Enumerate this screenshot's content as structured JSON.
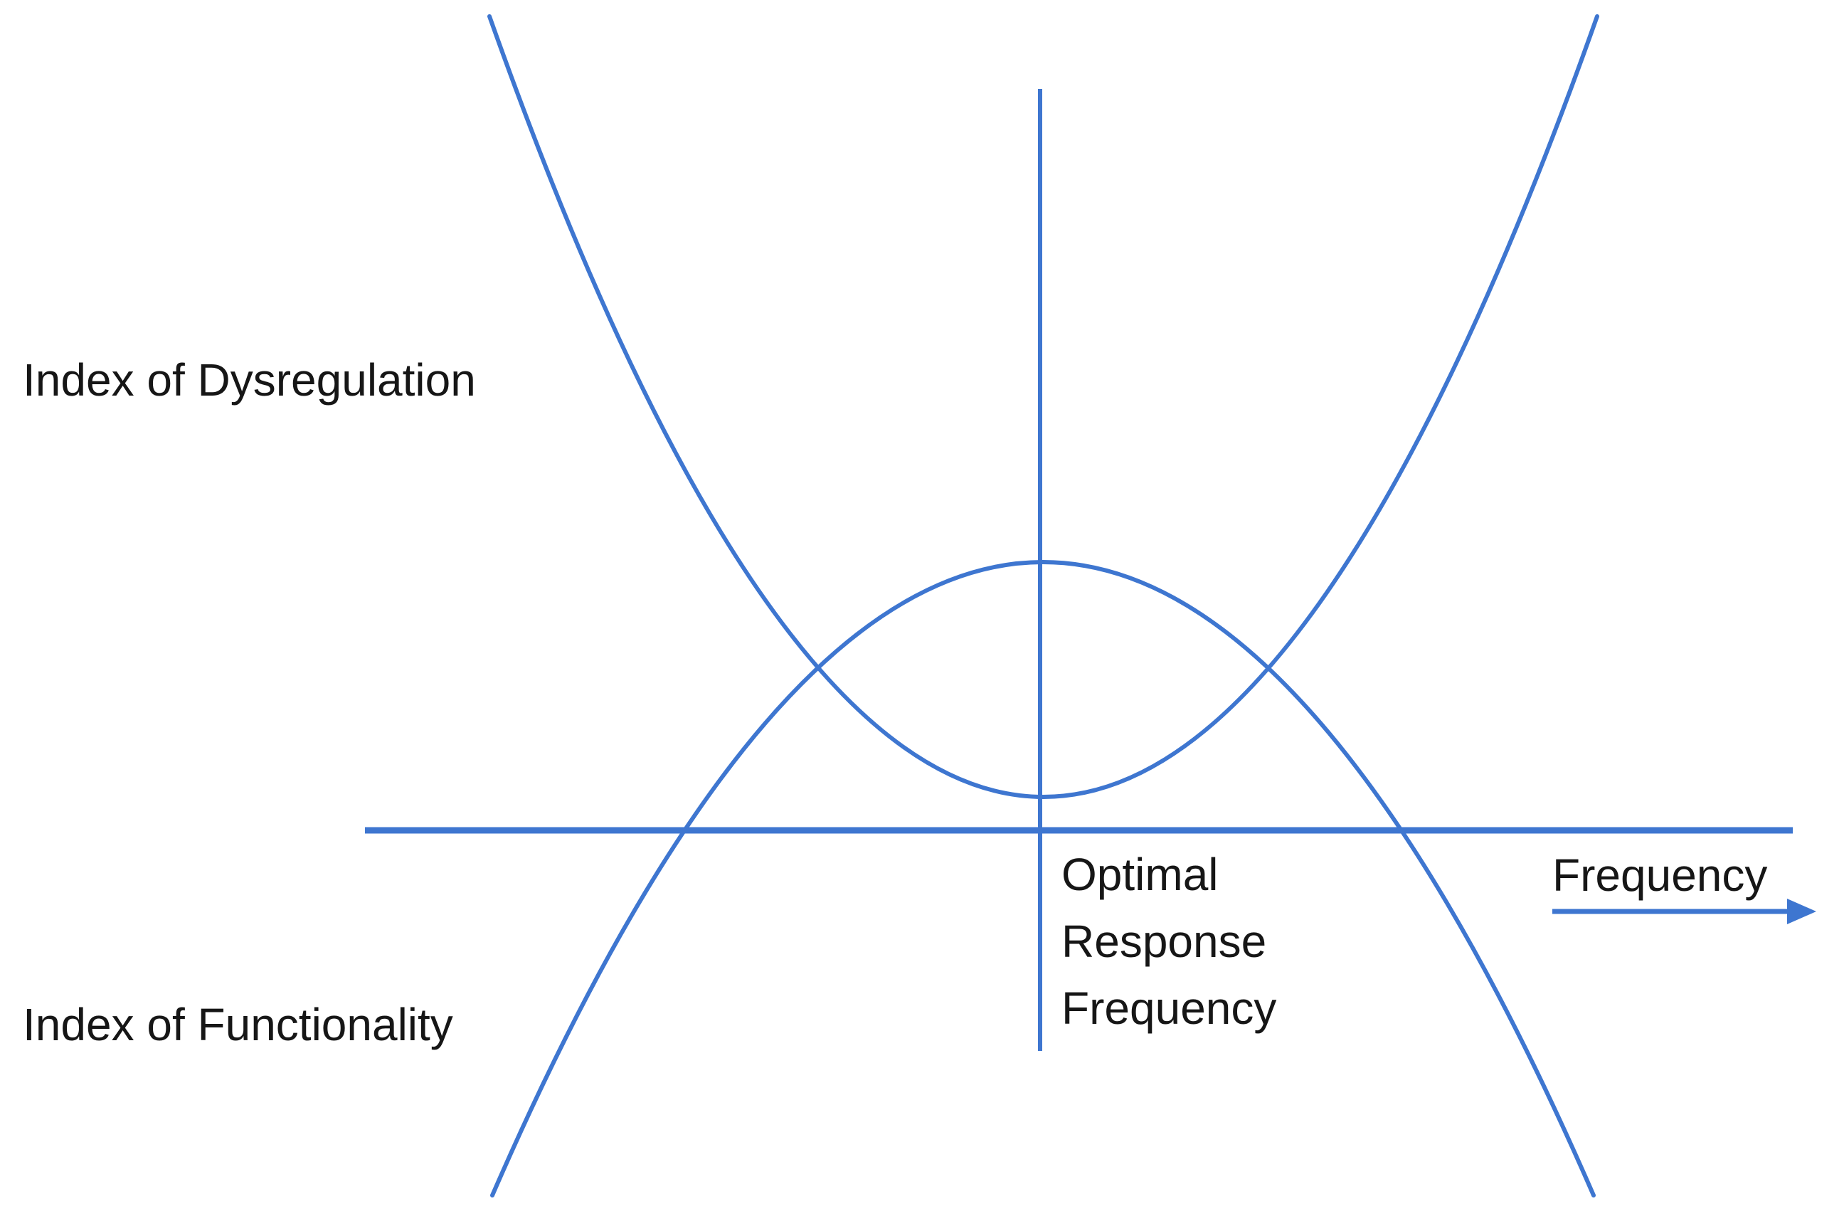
{
  "labels": {
    "y_top": "Index of Dysregulation",
    "y_bottom": "Index of Functionality",
    "x_axis": "Frequency",
    "optimal": {
      "lines": [
        "Optimal",
        "Response",
        "Frequency"
      ]
    }
  },
  "curves": [
    {
      "name": "Index of Dysregulation",
      "shape": "upward-opening parabola",
      "minimum_at": "Optimal Response Frequency"
    },
    {
      "name": "Index of Functionality",
      "shape": "downward-opening parabola",
      "maximum_at": "Optimal Response Frequency"
    }
  ],
  "axes": {
    "horizontal": "Frequency (arrow pointing right)",
    "vertical": "marker line at Optimal Response Frequency"
  },
  "colors": {
    "line": "#3E76D0",
    "text": "#161616",
    "background": "#FFFFFF"
  }
}
